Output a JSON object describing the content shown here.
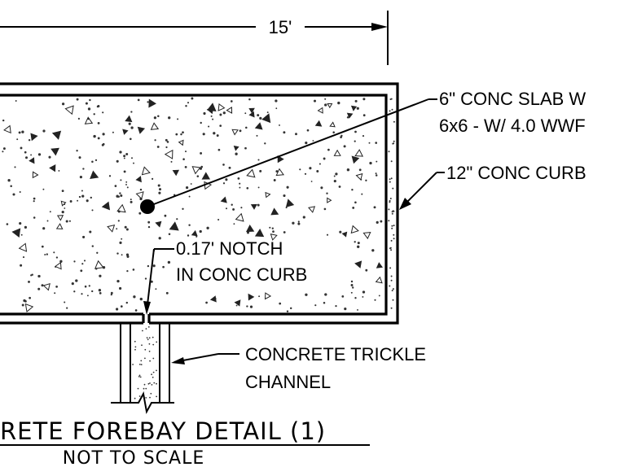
{
  "dimension": {
    "text": "15'"
  },
  "labels": {
    "slab_line1": "6\" CONC SLAB W",
    "slab_line2": "6x6 - W/ 4.0 WWF",
    "curb": "12\" CONC CURB",
    "notch_line1": "0.17' NOTCH",
    "notch_line2": "IN CONC CURB",
    "channel_line1": "CONCRETE TRICKLE",
    "channel_line2": "CHANNEL"
  },
  "title": {
    "main": "RETE  FOREBAY  DETAIL  (1)",
    "sub": "NOT  TO  SCALE"
  }
}
